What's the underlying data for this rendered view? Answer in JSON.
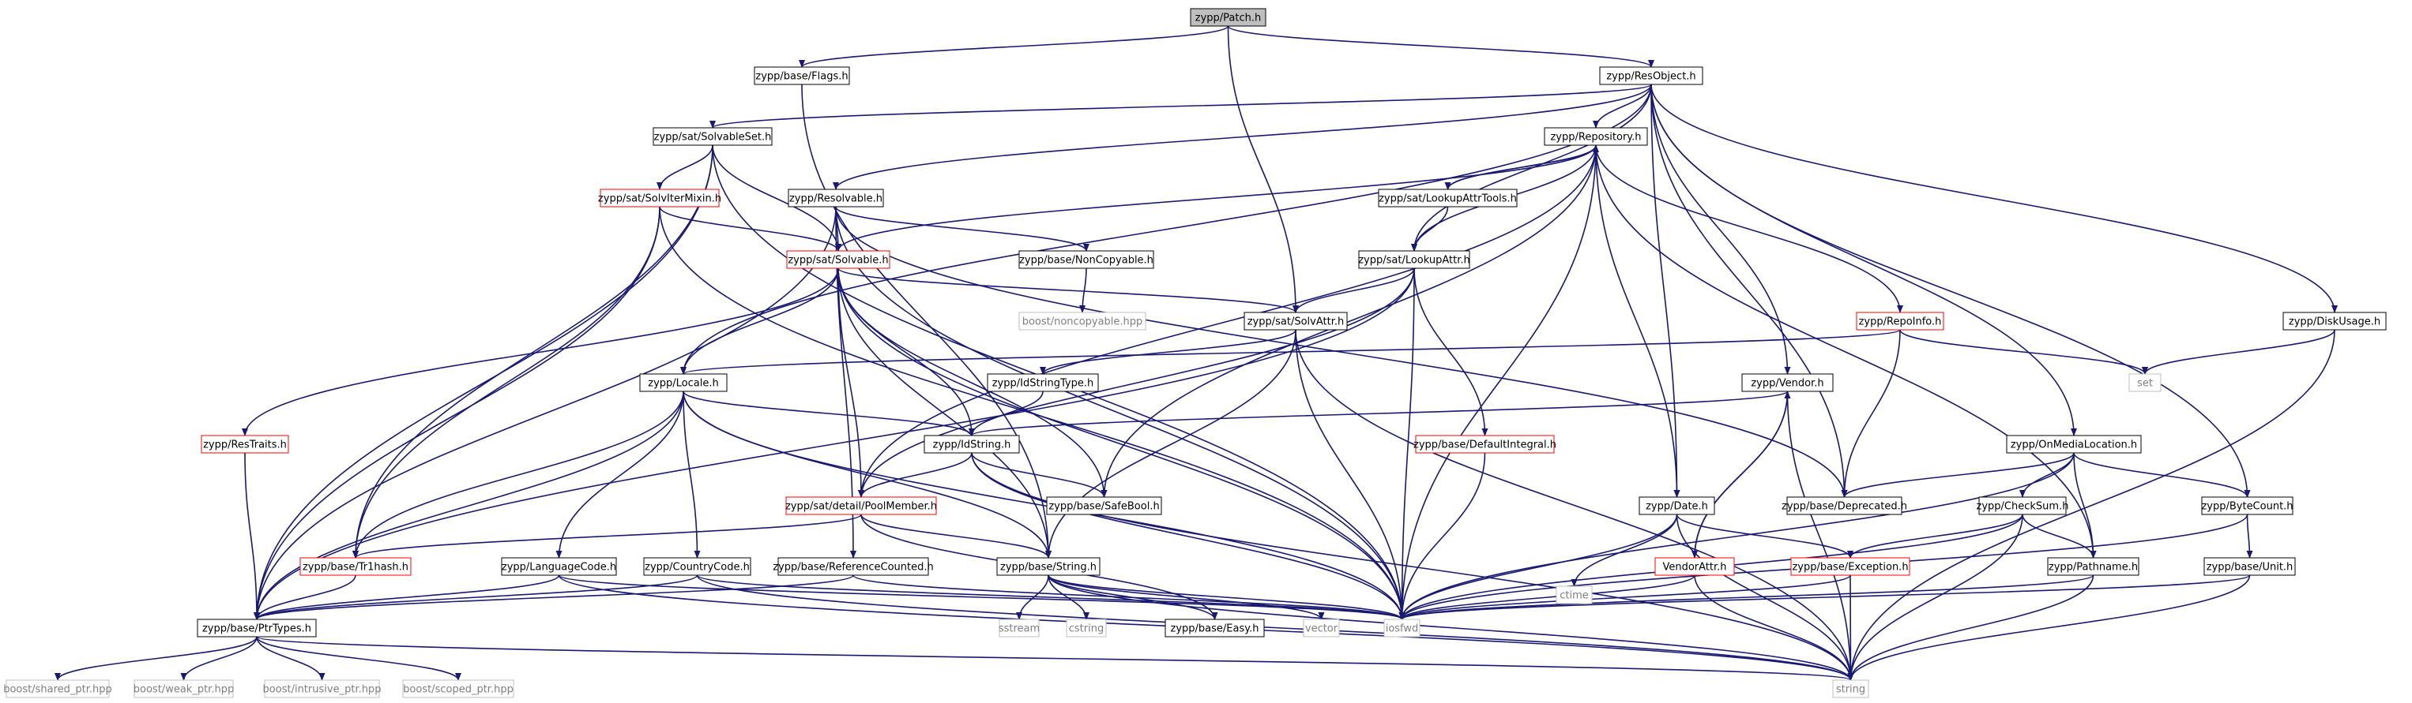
{
  "title": "",
  "colors": {
    "edge": "#191970",
    "focus_fill": "#bfbfbf",
    "normal_border": "#000000",
    "incomplete_border": "#ff0000",
    "system_border": "#bfbfbf",
    "text_dark": "#000000",
    "text_system": "#7f7f7f"
  },
  "nodes": {
    "patch": {
      "label": "zypp/Patch.h",
      "kind": "focus"
    },
    "flags": {
      "label": "zypp/base/Flags.h",
      "kind": "normal"
    },
    "resobject": {
      "label": "zypp/ResObject.h",
      "kind": "normal"
    },
    "solvableset": {
      "label": "zypp/sat/SolvableSet.h",
      "kind": "normal"
    },
    "repository": {
      "label": "zypp/Repository.h",
      "kind": "normal"
    },
    "solvitermixin": {
      "label": "zypp/sat/SolvIterMixin.h",
      "kind": "incomplete"
    },
    "resolvable": {
      "label": "zypp/Resolvable.h",
      "kind": "normal"
    },
    "lookupattrtools": {
      "label": "zypp/sat/LookupAttrTools.h",
      "kind": "normal"
    },
    "solvable": {
      "label": "zypp/sat/Solvable.h",
      "kind": "incomplete"
    },
    "noncopyable": {
      "label": "zypp/base/NonCopyable.h",
      "kind": "normal"
    },
    "lookupattr": {
      "label": "zypp/sat/LookupAttr.h",
      "kind": "normal"
    },
    "boostnoncopyable": {
      "label": "boost/noncopyable.hpp",
      "kind": "system"
    },
    "solvattr": {
      "label": "zypp/sat/SolvAttr.h",
      "kind": "normal"
    },
    "repoinfo": {
      "label": "zypp/RepoInfo.h",
      "kind": "incomplete"
    },
    "diskusage": {
      "label": "zypp/DiskUsage.h",
      "kind": "normal"
    },
    "set": {
      "label": "set",
      "kind": "system"
    },
    "locale": {
      "label": "zypp/Locale.h",
      "kind": "normal"
    },
    "idstringtype": {
      "label": "zypp/IdStringType.h",
      "kind": "normal"
    },
    "vendor": {
      "label": "zypp/Vendor.h",
      "kind": "normal"
    },
    "restraits": {
      "label": "zypp/ResTraits.h",
      "kind": "incomplete"
    },
    "idstring": {
      "label": "zypp/IdString.h",
      "kind": "normal"
    },
    "defaultintegral": {
      "label": "zypp/base/DefaultIntegral.h",
      "kind": "incomplete"
    },
    "onmedialocation": {
      "label": "zypp/OnMediaLocation.h",
      "kind": "normal"
    },
    "poolmember": {
      "label": "zypp/sat/detail/PoolMember.h",
      "kind": "incomplete"
    },
    "safebool": {
      "label": "zypp/base/SafeBool.h",
      "kind": "normal"
    },
    "date": {
      "label": "zypp/Date.h",
      "kind": "normal"
    },
    "deprecated": {
      "label": "zypp/base/Deprecated.h",
      "kind": "normal"
    },
    "checksum": {
      "label": "zypp/CheckSum.h",
      "kind": "normal"
    },
    "bytecount": {
      "label": "zypp/ByteCount.h",
      "kind": "normal"
    },
    "tr1hash": {
      "label": "zypp/base/Tr1hash.h",
      "kind": "incomplete"
    },
    "languagecode": {
      "label": "zypp/LanguageCode.h",
      "kind": "normal"
    },
    "countrycode": {
      "label": "zypp/CountryCode.h",
      "kind": "normal"
    },
    "refcounted": {
      "label": "zypp/base/ReferenceCounted.h",
      "kind": "normal"
    },
    "string": {
      "label": "zypp/base/String.h",
      "kind": "normal"
    },
    "ctime": {
      "label": "ctime",
      "kind": "system"
    },
    "vendorattr": {
      "label": "VendorAttr.h",
      "kind": "incomplete"
    },
    "exception": {
      "label": "zypp/base/Exception.h",
      "kind": "incomplete"
    },
    "pathname": {
      "label": "zypp/Pathname.h",
      "kind": "normal"
    },
    "unit": {
      "label": "zypp/base/Unit.h",
      "kind": "normal"
    },
    "ptrtypes": {
      "label": "zypp/base/PtrTypes.h",
      "kind": "normal"
    },
    "sstream": {
      "label": "sstream",
      "kind": "system"
    },
    "cstring": {
      "label": "cstring",
      "kind": "system"
    },
    "easy": {
      "label": "zypp/base/Easy.h",
      "kind": "normal"
    },
    "vector": {
      "label": "vector",
      "kind": "system"
    },
    "iosfwd": {
      "label": "iosfwd",
      "kind": "system"
    },
    "sharedptr": {
      "label": "boost/shared_ptr.hpp",
      "kind": "system"
    },
    "weakptr": {
      "label": "boost/weak_ptr.hpp",
      "kind": "system"
    },
    "intrusiveptr": {
      "label": "boost/intrusive_ptr.hpp",
      "kind": "system"
    },
    "scopedptr": {
      "label": "boost/scoped_ptr.hpp",
      "kind": "system"
    },
    "stdstring": {
      "label": "string",
      "kind": "system"
    }
  },
  "edges": [
    [
      "patch",
      "flags"
    ],
    [
      "patch",
      "resobject"
    ],
    [
      "patch",
      "solvattr"
    ],
    [
      "flags",
      "string"
    ],
    [
      "resobject",
      "solvableset"
    ],
    [
      "resobject",
      "repository"
    ],
    [
      "resobject",
      "resolvable"
    ],
    [
      "resobject",
      "lookupattr"
    ],
    [
      "resobject",
      "locale"
    ],
    [
      "resobject",
      "vendor"
    ],
    [
      "resobject",
      "date"
    ],
    [
      "resobject",
      "onmedialocation"
    ],
    [
      "resobject",
      "bytecount"
    ],
    [
      "resobject",
      "diskusage"
    ],
    [
      "resobject",
      "deprecated"
    ],
    [
      "solvableset",
      "solvitermixin"
    ],
    [
      "solvableset",
      "solvable"
    ],
    [
      "solvableset",
      "tr1hash"
    ],
    [
      "solvableset",
      "ptrtypes"
    ],
    [
      "solvableset",
      "iosfwd"
    ],
    [
      "solvitermixin",
      "solvable"
    ],
    [
      "solvitermixin",
      "ptrtypes"
    ],
    [
      "solvitermixin",
      "tr1hash"
    ],
    [
      "solvitermixin",
      "iosfwd"
    ],
    [
      "resolvable",
      "solvable"
    ],
    [
      "resolvable",
      "noncopyable"
    ],
    [
      "resolvable",
      "ptrtypes"
    ],
    [
      "resolvable",
      "refcounted"
    ],
    [
      "resolvable",
      "iosfwd"
    ],
    [
      "resolvable",
      "deprecated"
    ],
    [
      "repository",
      "lookupattrtools"
    ],
    [
      "repository",
      "lookupattr"
    ],
    [
      "repository",
      "repoinfo"
    ],
    [
      "repository",
      "date"
    ],
    [
      "repository",
      "pathname"
    ],
    [
      "repository",
      "safebool"
    ],
    [
      "repository",
      "poolmember"
    ],
    [
      "repository",
      "solvable"
    ],
    [
      "repository",
      "iosfwd"
    ],
    [
      "lookupattrtools",
      "lookupattr"
    ],
    [
      "lookupattrtools",
      "repository"
    ],
    [
      "noncopyable",
      "boostnoncopyable"
    ],
    [
      "solvable",
      "locale"
    ],
    [
      "solvable",
      "idstring"
    ],
    [
      "solvable",
      "poolmember"
    ],
    [
      "solvable",
      "safebool"
    ],
    [
      "solvable",
      "solvattr"
    ],
    [
      "solvable",
      "restraits"
    ],
    [
      "solvable",
      "iosfwd"
    ],
    [
      "solvable",
      "string"
    ],
    [
      "lookupattr",
      "solvattr"
    ],
    [
      "lookupattr",
      "defaultintegral"
    ],
    [
      "lookupattr",
      "poolmember"
    ],
    [
      "lookupattr",
      "ptrtypes"
    ],
    [
      "lookupattr",
      "iosfwd"
    ],
    [
      "solvattr",
      "idstringtype"
    ],
    [
      "solvattr",
      "string"
    ],
    [
      "solvattr",
      "iosfwd"
    ],
    [
      "solvattr",
      "stdstring"
    ],
    [
      "repoinfo",
      "locale"
    ],
    [
      "repoinfo",
      "deprecated"
    ],
    [
      "repoinfo",
      "set"
    ],
    [
      "diskusage",
      "set"
    ],
    [
      "diskusage",
      "stdstring"
    ],
    [
      "locale",
      "idstring"
    ],
    [
      "locale",
      "languagecode"
    ],
    [
      "locale",
      "countrycode"
    ],
    [
      "locale",
      "tr1hash"
    ],
    [
      "locale",
      "ptrtypes"
    ],
    [
      "locale",
      "iosfwd"
    ],
    [
      "locale",
      "string"
    ],
    [
      "idstringtype",
      "idstring"
    ],
    [
      "vendor",
      "idstring"
    ],
    [
      "vendor",
      "vendorattr"
    ],
    [
      "vendor",
      "stdstring"
    ],
    [
      "restraits",
      "ptrtypes"
    ],
    [
      "idstring",
      "poolmember"
    ],
    [
      "idstring",
      "safebool"
    ],
    [
      "idstring",
      "iosfwd"
    ],
    [
      "idstring",
      "stdstring"
    ],
    [
      "defaultintegral",
      "iosfwd"
    ],
    [
      "onmedialocation",
      "checksum"
    ],
    [
      "onmedialocation",
      "bytecount"
    ],
    [
      "onmedialocation",
      "pathname"
    ],
    [
      "onmedialocation",
      "deprecated"
    ],
    [
      "onmedialocation",
      "iosfwd"
    ],
    [
      "poolmember",
      "tr1hash"
    ],
    [
      "poolmember",
      "string"
    ],
    [
      "poolmember",
      "easy"
    ],
    [
      "date",
      "ctime"
    ],
    [
      "date",
      "exception"
    ],
    [
      "date",
      "iosfwd"
    ],
    [
      "date",
      "stdstring"
    ],
    [
      "checksum",
      "exception"
    ],
    [
      "checksum",
      "pathname"
    ],
    [
      "checksum",
      "iosfwd"
    ],
    [
      "checksum",
      "stdstring"
    ],
    [
      "bytecount",
      "unit"
    ],
    [
      "bytecount",
      "iosfwd"
    ],
    [
      "tr1hash",
      "ptrtypes"
    ],
    [
      "languagecode",
      "ptrtypes"
    ],
    [
      "languagecode",
      "iosfwd"
    ],
    [
      "languagecode",
      "stdstring"
    ],
    [
      "countrycode",
      "ptrtypes"
    ],
    [
      "countrycode",
      "iosfwd"
    ],
    [
      "countrycode",
      "stdstring"
    ],
    [
      "refcounted",
      "ptrtypes"
    ],
    [
      "refcounted",
      "iosfwd"
    ],
    [
      "string",
      "sstream"
    ],
    [
      "string",
      "cstring"
    ],
    [
      "string",
      "easy"
    ],
    [
      "string",
      "vector"
    ],
    [
      "string",
      "iosfwd"
    ],
    [
      "string",
      "stdstring"
    ],
    [
      "vendorattr",
      "vendor"
    ],
    [
      "vendorattr",
      "iosfwd"
    ],
    [
      "vendorattr",
      "stdstring"
    ],
    [
      "exception",
      "iosfwd"
    ],
    [
      "exception",
      "stdstring"
    ],
    [
      "pathname",
      "iosfwd"
    ],
    [
      "pathname",
      "stdstring"
    ],
    [
      "unit",
      "iosfwd"
    ],
    [
      "unit",
      "stdstring"
    ],
    [
      "ptrtypes",
      "sharedptr"
    ],
    [
      "ptrtypes",
      "weakptr"
    ],
    [
      "ptrtypes",
      "intrusiveptr"
    ],
    [
      "ptrtypes",
      "scopedptr"
    ],
    [
      "ptrtypes",
      "stdstring"
    ]
  ]
}
